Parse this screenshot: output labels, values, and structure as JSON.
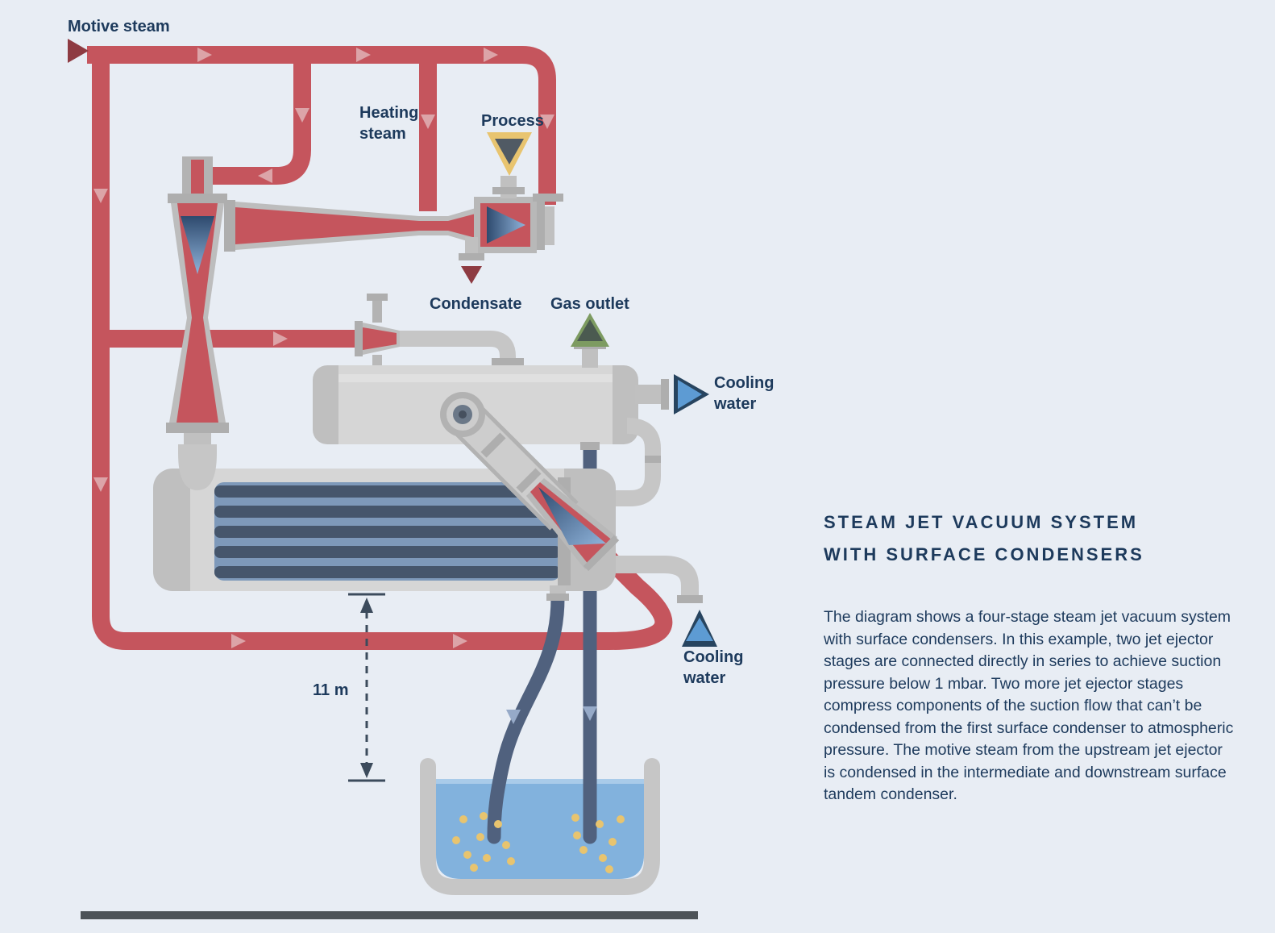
{
  "labels": {
    "motive_steam": "Motive steam",
    "heating_steam": "Heating\nsteam",
    "process": "Process",
    "condensate": "Condensate",
    "gas_outlet": "Gas outlet",
    "cooling_water_top": "Cooling\nwater",
    "cooling_water_bottom": "Cooling\nwater",
    "height_dimension": "11 m"
  },
  "panel": {
    "title_line1": "STEAM JET VACUUM SYSTEM",
    "title_line2": "WITH SURFACE CONDENSERS",
    "description": "The diagram shows a four-stage steam jet vacuum system with surface condensers. In this example, two jet ejector stages are connected directly in series to achieve suction pressure below 1 mbar. Two more jet ejector stages compress components of the suction flow that can’t be condensed from the first surface condenser to atmospheric pressure. The motive steam from the upstream jet ejector is condensed in the intermediate and downstream surface tandem condenser."
  },
  "colors": {
    "background": "#e8edf4",
    "pipe_red": "#c5555d",
    "pipe_red_chevron": "#dca4a8",
    "arrow_dark_red": "#8e3b42",
    "equipment_gray": "#cdcdcd",
    "equipment_gray_dark": "#aeaeae",
    "pipe_slate": "#50617e",
    "water_blue": "#82b2dd",
    "bubble_yellow": "#e8c46f",
    "marker_green": "#7d9b61",
    "marker_yellow": "#e8c46f",
    "marker_blue": "#5d9bd3",
    "text_navy": "#1d3a5c",
    "ground": "#4d5358"
  }
}
